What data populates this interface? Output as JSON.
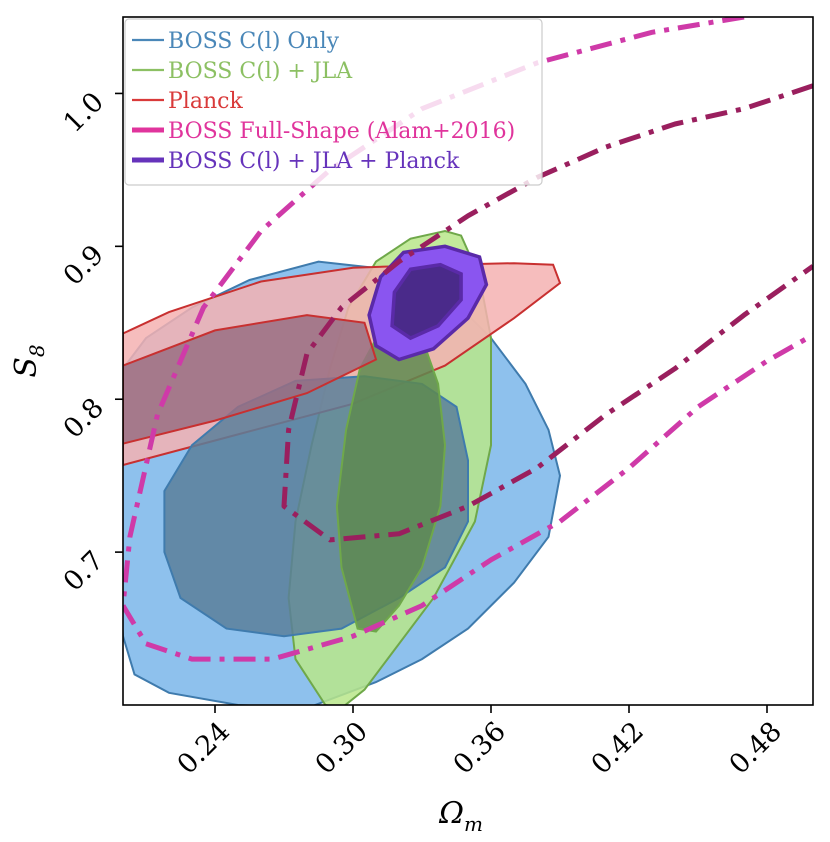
{
  "chart_data": {
    "type": "contour",
    "xlabel": "Ω",
    "xlabel_sub": "m",
    "ylabel": "S",
    "ylabel_sub": "8",
    "xlim": [
      0.2,
      0.5
    ],
    "ylim": [
      0.6,
      1.05
    ],
    "xticks": [
      0.24,
      0.3,
      0.36,
      0.42,
      0.48
    ],
    "xtick_labels": [
      "0.24",
      "0.30",
      "0.36",
      "0.42",
      "0.48"
    ],
    "yticks": [
      0.7,
      0.8,
      0.9,
      1.0
    ],
    "ytick_labels": [
      "0.7",
      "0.8",
      "0.9",
      "1.0"
    ],
    "legend_position": "top-left",
    "legend": [
      {
        "label": "BOSS C(l) Only",
        "color": "#4a87b8",
        "style": "solid-thin"
      },
      {
        "label": "BOSS C(l) + JLA",
        "color": "#8cc063",
        "style": "solid-thin"
      },
      {
        "label": "Planck",
        "color": "#d93a3a",
        "style": "solid-thin"
      },
      {
        "label": "BOSS Full-Shape (Alam+2016)",
        "color": "#e0349c",
        "style": "solid-thick"
      },
      {
        "label": "BOSS C(l) + JLA + Planck",
        "color": "#6633bb",
        "style": "solid-thick"
      }
    ],
    "series": [
      {
        "name": "BOSS C(l) Only",
        "fill_outer": "#7ab6ea",
        "fill_inner": "#5b7f9a",
        "stroke": "#3f7bad",
        "contour_95": [
          [
            0.2,
            0.645
          ],
          [
            0.205,
            0.62
          ],
          [
            0.22,
            0.608
          ],
          [
            0.25,
            0.6
          ],
          [
            0.28,
            0.598
          ],
          [
            0.31,
            0.615
          ],
          [
            0.33,
            0.63
          ],
          [
            0.35,
            0.65
          ],
          [
            0.37,
            0.68
          ],
          [
            0.385,
            0.71
          ],
          [
            0.39,
            0.75
          ],
          [
            0.385,
            0.78
          ],
          [
            0.375,
            0.81
          ],
          [
            0.36,
            0.84
          ],
          [
            0.34,
            0.87
          ],
          [
            0.315,
            0.885
          ],
          [
            0.285,
            0.89
          ],
          [
            0.255,
            0.878
          ],
          [
            0.23,
            0.86
          ],
          [
            0.21,
            0.84
          ],
          [
            0.2,
            0.82
          ],
          [
            0.197,
            0.75
          ],
          [
            0.197,
            0.7
          ]
        ],
        "contour_68": [
          [
            0.218,
            0.7
          ],
          [
            0.225,
            0.67
          ],
          [
            0.245,
            0.65
          ],
          [
            0.27,
            0.645
          ],
          [
            0.295,
            0.65
          ],
          [
            0.32,
            0.67
          ],
          [
            0.34,
            0.69
          ],
          [
            0.35,
            0.72
          ],
          [
            0.35,
            0.76
          ],
          [
            0.345,
            0.795
          ],
          [
            0.33,
            0.81
          ],
          [
            0.305,
            0.815
          ],
          [
            0.275,
            0.812
          ],
          [
            0.25,
            0.795
          ],
          [
            0.23,
            0.77
          ],
          [
            0.218,
            0.74
          ]
        ]
      },
      {
        "name": "BOSS C(l) + JLA",
        "fill_outer": "#b8e68a",
        "fill_inner": "#5e8a50",
        "stroke": "#6fa84a",
        "contour_95": [
          [
            0.288,
            0.6
          ],
          [
            0.295,
            0.598
          ],
          [
            0.305,
            0.61
          ],
          [
            0.315,
            0.63
          ],
          [
            0.335,
            0.67
          ],
          [
            0.353,
            0.72
          ],
          [
            0.36,
            0.77
          ],
          [
            0.36,
            0.84
          ],
          [
            0.355,
            0.88
          ],
          [
            0.347,
            0.907
          ],
          [
            0.34,
            0.91
          ],
          [
            0.325,
            0.905
          ],
          [
            0.31,
            0.89
          ],
          [
            0.298,
            0.86
          ],
          [
            0.29,
            0.82
          ],
          [
            0.282,
            0.77
          ],
          [
            0.275,
            0.72
          ],
          [
            0.272,
            0.67
          ],
          [
            0.275,
            0.63
          ]
        ],
        "contour_68": [
          [
            0.302,
            0.65
          ],
          [
            0.31,
            0.648
          ],
          [
            0.32,
            0.665
          ],
          [
            0.33,
            0.69
          ],
          [
            0.338,
            0.73
          ],
          [
            0.34,
            0.77
          ],
          [
            0.337,
            0.81
          ],
          [
            0.33,
            0.84
          ],
          [
            0.322,
            0.85
          ],
          [
            0.312,
            0.845
          ],
          [
            0.303,
            0.82
          ],
          [
            0.297,
            0.78
          ],
          [
            0.293,
            0.73
          ],
          [
            0.295,
            0.69
          ]
        ]
      },
      {
        "name": "Planck",
        "fill_outer": "#f4b2b2",
        "fill_inner": "#9a6f83",
        "stroke": "#c83030",
        "contour_95": [
          [
            0.2,
            0.757
          ],
          [
            0.25,
            0.777
          ],
          [
            0.3,
            0.797
          ],
          [
            0.34,
            0.822
          ],
          [
            0.37,
            0.853
          ],
          [
            0.39,
            0.876
          ],
          [
            0.387,
            0.888
          ],
          [
            0.37,
            0.889
          ],
          [
            0.34,
            0.888
          ],
          [
            0.3,
            0.886
          ],
          [
            0.26,
            0.877
          ],
          [
            0.22,
            0.857
          ],
          [
            0.2,
            0.843
          ]
        ],
        "contour_68": [
          [
            0.2,
            0.771
          ],
          [
            0.24,
            0.786
          ],
          [
            0.28,
            0.804
          ],
          [
            0.31,
            0.826
          ],
          [
            0.305,
            0.85
          ],
          [
            0.28,
            0.855
          ],
          [
            0.24,
            0.845
          ],
          [
            0.2,
            0.822
          ]
        ]
      },
      {
        "name": "BOSS Full-Shape (Alam+2016)",
        "stroke_outer": "#cf3aa8",
        "stroke_inner": "#9a1f5e",
        "contour_95": [
          [
            0.2,
            0.665
          ],
          [
            0.21,
            0.64
          ],
          [
            0.23,
            0.63
          ],
          [
            0.265,
            0.63
          ],
          [
            0.3,
            0.645
          ],
          [
            0.33,
            0.665
          ],
          [
            0.36,
            0.695
          ],
          [
            0.39,
            0.72
          ],
          [
            0.42,
            0.755
          ],
          [
            0.45,
            0.795
          ],
          [
            0.48,
            0.825
          ],
          [
            0.5,
            0.842
          ]
        ],
        "contour_95_upper": [
          [
            0.2,
            0.665
          ],
          [
            0.203,
            0.71
          ],
          [
            0.215,
            0.79
          ],
          [
            0.235,
            0.86
          ],
          [
            0.26,
            0.91
          ],
          [
            0.29,
            0.95
          ],
          [
            0.33,
            0.99
          ],
          [
            0.38,
            1.02
          ],
          [
            0.43,
            1.04
          ],
          [
            0.47,
            1.05
          ]
        ],
        "contour_68": [
          [
            0.27,
            0.73
          ],
          [
            0.29,
            0.708
          ],
          [
            0.32,
            0.712
          ],
          [
            0.35,
            0.73
          ],
          [
            0.38,
            0.755
          ],
          [
            0.41,
            0.79
          ],
          [
            0.44,
            0.82
          ],
          [
            0.47,
            0.855
          ],
          [
            0.5,
            0.887
          ]
        ],
        "contour_68_upper": [
          [
            0.27,
            0.73
          ],
          [
            0.272,
            0.78
          ],
          [
            0.28,
            0.83
          ],
          [
            0.295,
            0.86
          ],
          [
            0.32,
            0.89
          ],
          [
            0.35,
            0.92
          ],
          [
            0.38,
            0.945
          ],
          [
            0.41,
            0.965
          ],
          [
            0.44,
            0.98
          ],
          [
            0.47,
            0.99
          ],
          [
            0.5,
            1.005
          ]
        ]
      },
      {
        "name": "BOSS C(l) + JLA + Planck",
        "fill_outer": "#8a55f0",
        "fill_inner": "#4a2a8a",
        "stroke": "#5a2aa8",
        "contour_95": [
          [
            0.31,
            0.835
          ],
          [
            0.32,
            0.826
          ],
          [
            0.335,
            0.833
          ],
          [
            0.35,
            0.853
          ],
          [
            0.358,
            0.875
          ],
          [
            0.355,
            0.893
          ],
          [
            0.34,
            0.9
          ],
          [
            0.322,
            0.896
          ],
          [
            0.312,
            0.88
          ],
          [
            0.307,
            0.855
          ]
        ],
        "contour_68": [
          [
            0.317,
            0.848
          ],
          [
            0.325,
            0.84
          ],
          [
            0.337,
            0.848
          ],
          [
            0.347,
            0.865
          ],
          [
            0.347,
            0.882
          ],
          [
            0.338,
            0.888
          ],
          [
            0.325,
            0.885
          ],
          [
            0.318,
            0.87
          ]
        ]
      }
    ]
  }
}
